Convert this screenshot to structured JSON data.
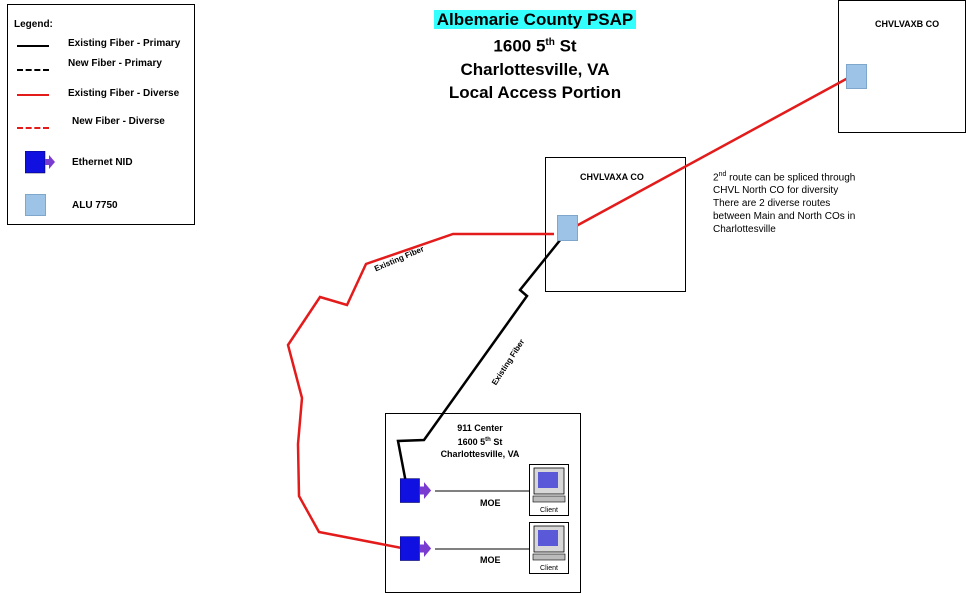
{
  "title": {
    "line1": "Albemarie County PSAP",
    "line2": "1600 5",
    "line2_sup": "th",
    "line2_end": " St",
    "line3": "Charlottesville, VA",
    "line4": "Local Access Portion"
  },
  "legend": {
    "title": "Legend:",
    "items": [
      {
        "label": "Existing Fiber - Primary",
        "color": "#000000",
        "style": "solid"
      },
      {
        "label": "New Fiber - Primary",
        "color": "#000000",
        "style": "dashed"
      },
      {
        "label": "Existing Fiber - Diverse",
        "color": "#e31b1b",
        "style": "solid"
      },
      {
        "label": "New Fiber - Diverse",
        "color": "#e31b1b",
        "style": "dashed"
      },
      {
        "label": "Ethernet NID",
        "icon": "ethernet-nid-icon"
      },
      {
        "label": "ALU 7750",
        "icon": "alu-7750-icon"
      }
    ]
  },
  "offices": {
    "chvlvaxb": "CHVLVAXB CO",
    "chvlvaxa": "CHVLVAXA CO"
  },
  "note": {
    "line1_pre": "2",
    "line1_sup": "nd",
    "line1_post": " route can be spliced through",
    "line2": "CHVL North CO for diversity",
    "line3": "There are 2 diverse routes",
    "line4": "between Main and North COs in",
    "line5": "Charlottesville"
  },
  "center": {
    "line1": "911 Center",
    "line2_pre": "1600 5",
    "line2_sup": "th",
    "line2_post": " St",
    "line3": "Charlottesville, VA"
  },
  "fiber_labels": {
    "diverse": "Existing Fiber",
    "primary": "Existing Fiber"
  },
  "connections": [
    {
      "label": "MOE",
      "client": "Client"
    },
    {
      "label": "MOE",
      "client": "Client"
    }
  ],
  "colors": {
    "primary_fiber": "#000000",
    "diverse_fiber": "#e31b1b",
    "nid": "#1010e0",
    "alu": "#9dc3e6",
    "title_highlight": "#33ffff"
  }
}
